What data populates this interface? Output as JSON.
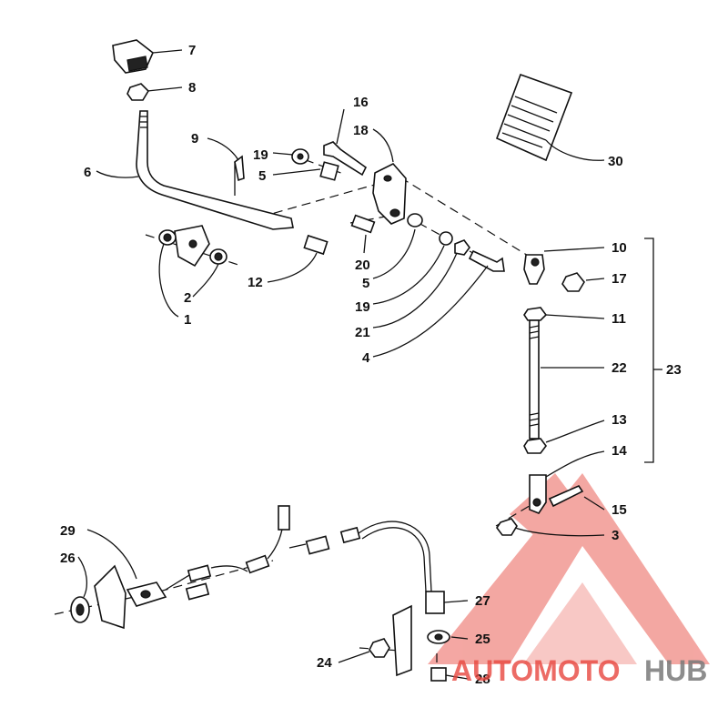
{
  "callouts": [
    {
      "id": "c7",
      "label": "7"
    },
    {
      "id": "c8",
      "label": "8"
    },
    {
      "id": "c9",
      "label": "9"
    },
    {
      "id": "c6",
      "label": "6"
    },
    {
      "id": "c16",
      "label": "16"
    },
    {
      "id": "c18",
      "label": "18"
    },
    {
      "id": "c19a",
      "label": "19"
    },
    {
      "id": "c5a",
      "label": "5"
    },
    {
      "id": "c30",
      "label": "30"
    },
    {
      "id": "c12",
      "label": "12"
    },
    {
      "id": "c2",
      "label": "2"
    },
    {
      "id": "c1",
      "label": "1"
    },
    {
      "id": "c20",
      "label": "20"
    },
    {
      "id": "c5b",
      "label": "5"
    },
    {
      "id": "c19b",
      "label": "19"
    },
    {
      "id": "c21",
      "label": "21"
    },
    {
      "id": "c4",
      "label": "4"
    },
    {
      "id": "c10",
      "label": "10"
    },
    {
      "id": "c17",
      "label": "17"
    },
    {
      "id": "c11",
      "label": "11"
    },
    {
      "id": "c22",
      "label": "22"
    },
    {
      "id": "c23",
      "label": "23"
    },
    {
      "id": "c13",
      "label": "13"
    },
    {
      "id": "c14",
      "label": "14"
    },
    {
      "id": "c15",
      "label": "15"
    },
    {
      "id": "c3",
      "label": "3"
    },
    {
      "id": "c29",
      "label": "29"
    },
    {
      "id": "c26",
      "label": "26"
    },
    {
      "id": "c27",
      "label": "27"
    },
    {
      "id": "c25",
      "label": "25"
    },
    {
      "id": "c24",
      "label": "24"
    },
    {
      "id": "c28",
      "label": "28"
    }
  ],
  "watermark": {
    "part1": "AUTOMOTO",
    "part2": "HUB",
    "colors": {
      "red": "#e8473f",
      "gray": "#7a7a7a"
    }
  }
}
